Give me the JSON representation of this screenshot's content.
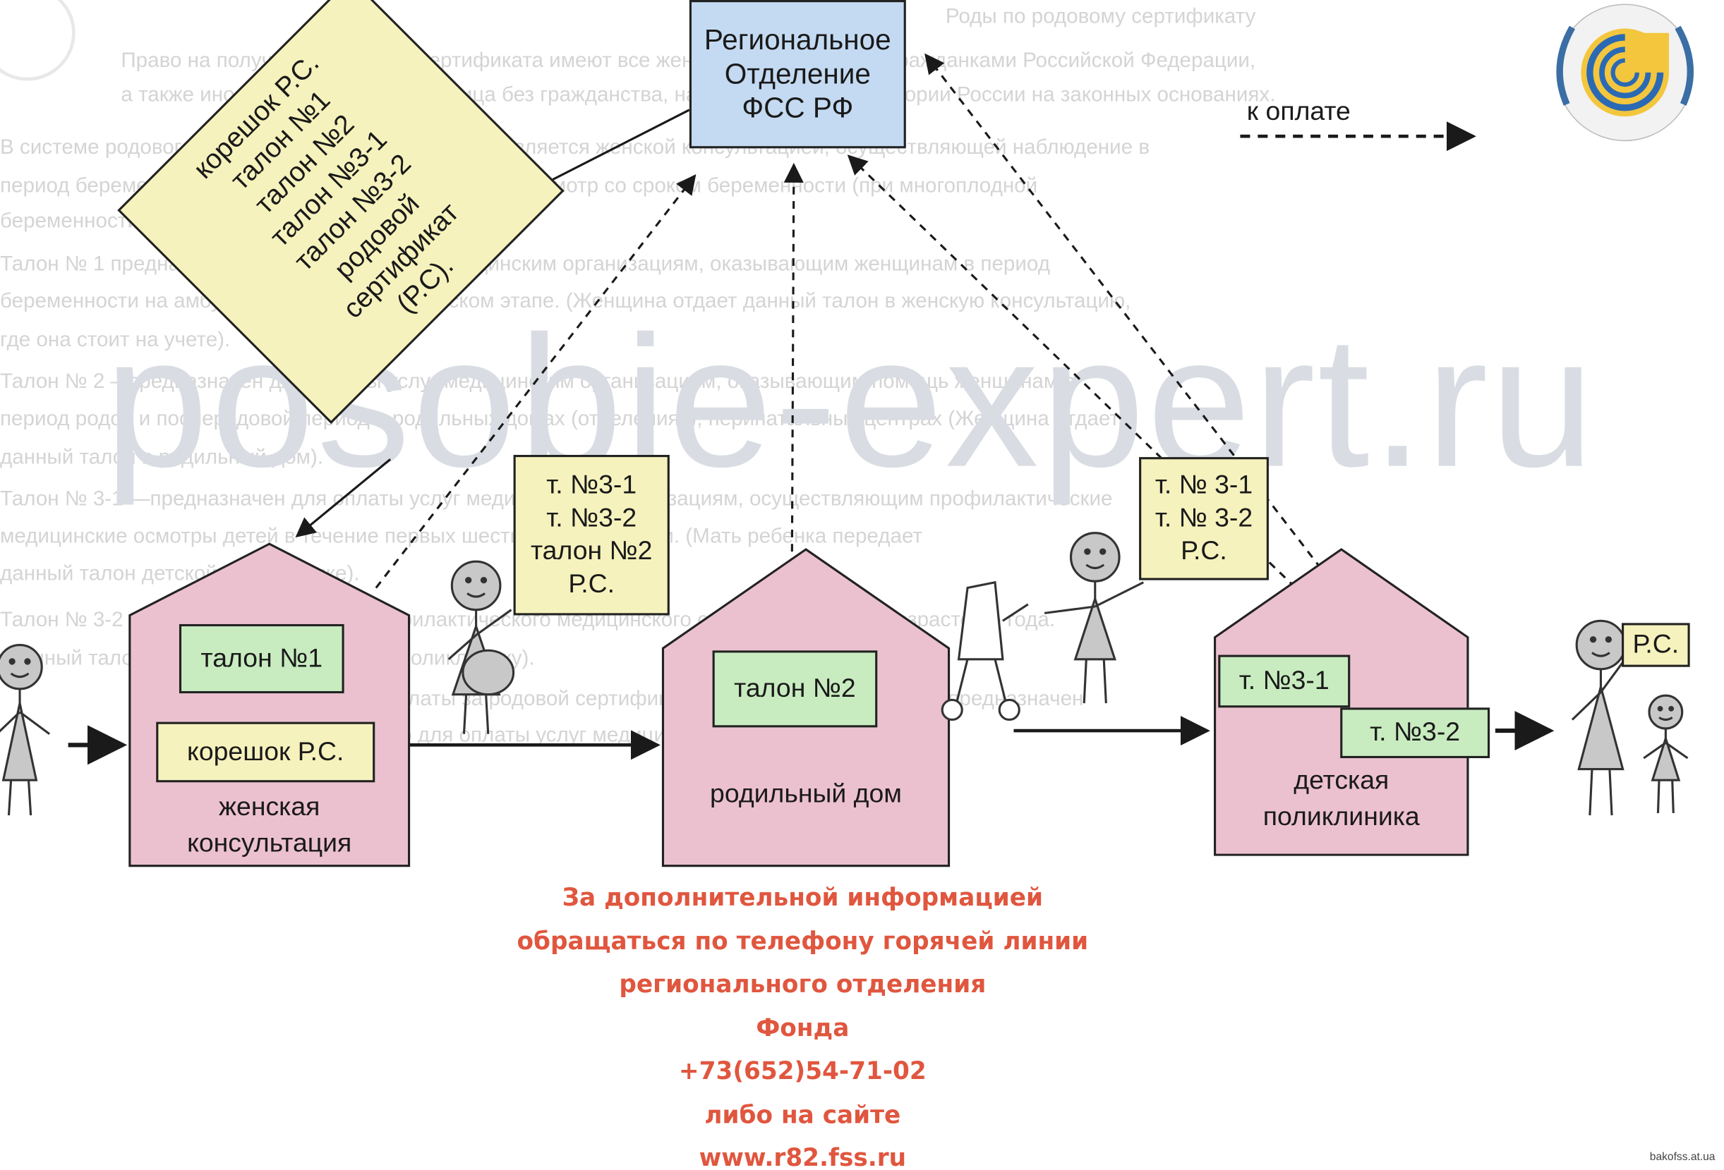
{
  "background": {
    "watermark": "posobie-expert.ru",
    "text_lines": [
      "Роды по родовому сертификату",
      "Право на получение родового сертификата имеют все женщины, являющиеся гражданками Российской Федерации,",
      "а также иностранные граждане и лица без гражданства, находящиеся на территории России на законных основаниях.",
      "В системе родового сертификата женщине предоставляется женской консультацией, осуществляющей наблюдение в",
      "период беременности, при явке к врачу на очередной осмотр со сроком беременности (при многоплодной",
      "беременности – 28 недель).",
      "Талон № 1 предназначен для оплаты услуг медицинским организациям, оказывающим женщинам в период",
      "беременности на амбулаторно – поликлиническом этапе. (Женщина отдает данный талон в женскую консультацию,",
      "где она стоит на учете).",
      "Талон № 2 – предназначен для оплаты услуг медицинским организациям, оказывающим помощь женщинам в",
      "период родов и послеродовой период в родильных домах (отделениях), перинатальных центрах (Женщина отдает",
      "данный талон в родильный дом).",
      "Талон № 3-1 —предназначен для оплаты услуг медицинским организациям, осуществляющим профилактические",
      "медицинские осмотры детей в течение первых шести месяцев жизни. (Мать ребенка передает",
      "данный талон детской поликлинике).",
      "Талон № 3-2 — за второе 6 месяцев профилактического медицинского осмотра ребенка в возрасте до года.",
      "(Данный талон мать передает в детскую поликлинику).",
      "Денежные выплаты за родовой сертификат женщине невозможно, он предназначен",
      "исключительно для оплаты услуг медицинским организациям"
    ]
  },
  "fss_box": {
    "lines": [
      "Региональное",
      "Отделение",
      "ФСС РФ"
    ]
  },
  "legend": {
    "label": "к оплате"
  },
  "diamond": {
    "lines": [
      "корешок Р.С.",
      "талон №1",
      "талон №2",
      "талон №3-1",
      "талон №3-2",
      "родовой",
      "сертификат",
      "(Р.С)."
    ]
  },
  "note_mother": {
    "lines": [
      "т. №3-1",
      "т. №3-2",
      "талон №2",
      "Р.С."
    ]
  },
  "note_father": {
    "lines": [
      "т. № 3-1",
      "т. № 3-2",
      "Р.С."
    ]
  },
  "note_child": {
    "label": "Р.С."
  },
  "house_consult": {
    "talon": "талон №1",
    "stub": "корешок Р.С.",
    "name_lines": [
      "женская",
      "консультация"
    ]
  },
  "house_maternity": {
    "talon": "талон №2",
    "name": "родильный дом"
  },
  "house_clinic": {
    "talon_a": "т. №3-1",
    "talon_b": "т. №3-2",
    "name_lines": [
      "детская",
      "поликлиника"
    ]
  },
  "footer": {
    "lines": [
      "За дополнительной информацией",
      "обращаться по телефону горячей линии",
      "регионального отделения",
      "Фонда",
      "+73(652)54-71-02",
      "либо на сайте",
      "www.r82.fss.ru"
    ]
  },
  "credit": "bakofss.at.ua",
  "colors": {
    "house_fill": "#ecc1cf",
    "green": "#c8ecc0",
    "yellow": "#f6f2bd",
    "blue": "#c4daf2",
    "footer": "#e0563e"
  }
}
